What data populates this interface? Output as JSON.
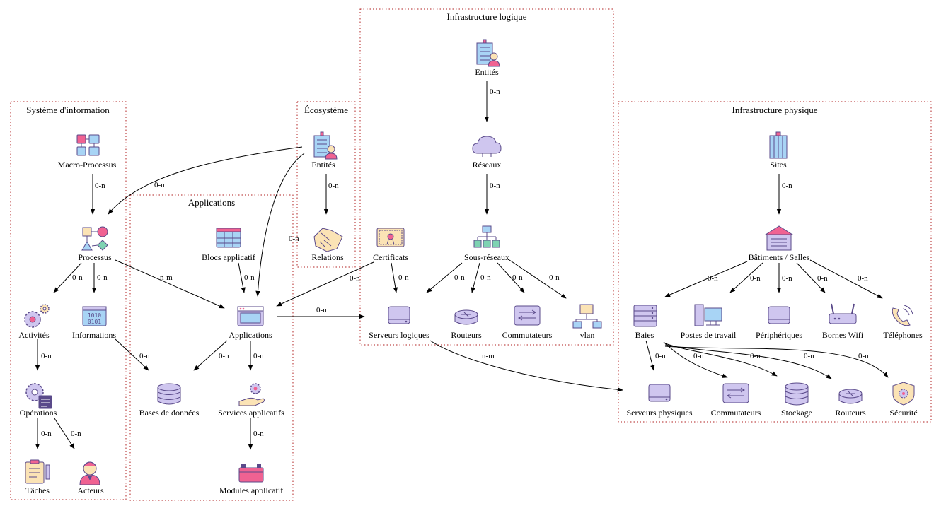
{
  "colors": {
    "cluster_border": "#b22222",
    "icon_outline": "#5a4a8a",
    "icon_blue": "#a8d4f5",
    "icon_pink": "#f06292",
    "icon_green": "#7ed3b2",
    "icon_yellow": "#fbe3b5",
    "icon_purple": "#cfc6ef"
  },
  "clusters": {
    "si": "Système d'information",
    "apps": "Applications",
    "eco": "Écosystème",
    "infralog": "Infrastructure logique",
    "infraphy": "Infrastructure physique"
  },
  "nodes": {
    "macro": {
      "label": "Macro-Processus",
      "icon": "flowchart-icon"
    },
    "processus": {
      "label": "Processus",
      "icon": "process-shapes-icon"
    },
    "activites": {
      "label": "Activités",
      "icon": "gears-icon"
    },
    "informations": {
      "label": "Informations",
      "icon": "binary-data-icon"
    },
    "operations": {
      "label": "Opérations",
      "icon": "gear-checklist-icon"
    },
    "taches": {
      "label": "Tâches",
      "icon": "clipboard-pen-icon"
    },
    "acteurs": {
      "label": "Acteurs",
      "icon": "person-icon"
    },
    "blocs": {
      "label": "Blocs applicatif",
      "icon": "app-grid-icon"
    },
    "applications": {
      "label": "Applications",
      "icon": "browser-window-icon"
    },
    "bdd": {
      "label": "Bases de données",
      "icon": "database-icon"
    },
    "services": {
      "label": "Services applicatifs",
      "icon": "hand-gear-icon"
    },
    "modules": {
      "label": "Modules applicatif",
      "icon": "battery-module-icon"
    },
    "eco_entites": {
      "label": "Entités",
      "icon": "building-person-icon"
    },
    "relations": {
      "label": "Relations",
      "icon": "handshake-icon"
    },
    "certificats": {
      "label": "Certificats",
      "icon": "certificate-icon"
    },
    "log_entites": {
      "label": "Entités",
      "icon": "building-person-icon"
    },
    "reseaux": {
      "label": "Réseaux",
      "icon": "cloud-icon"
    },
    "sousreseaux": {
      "label": "Sous-réseaux",
      "icon": "network-tree-icon"
    },
    "srv_log": {
      "label": "Serveurs logiques",
      "icon": "server-icon"
    },
    "routeurs_log": {
      "label": "Routeurs",
      "icon": "router-icon"
    },
    "comm_log": {
      "label": "Commutateurs",
      "icon": "switch-icon"
    },
    "vlan": {
      "label": "vlan",
      "icon": "vlan-icon"
    },
    "sites": {
      "label": "Sites",
      "icon": "tower-building-icon"
    },
    "batiments": {
      "label": "Bâtiments / Salles",
      "icon": "warehouse-icon"
    },
    "baies": {
      "label": "Baies",
      "icon": "rack-icon"
    },
    "postes": {
      "label": "Postes de travail",
      "icon": "workstation-icon"
    },
    "peripheriques": {
      "label": "Périphériques",
      "icon": "device-icon"
    },
    "bornes": {
      "label": "Bornes Wifi",
      "icon": "wifi-router-icon"
    },
    "telephones": {
      "label": "Téléphones",
      "icon": "phone-icon"
    },
    "srv_phy": {
      "label": "Serveurs physiques",
      "icon": "server-icon"
    },
    "comm_phy": {
      "label": "Commutateurs",
      "icon": "switch-icon"
    },
    "stockage": {
      "label": "Stockage",
      "icon": "database-icon"
    },
    "routeurs_phy": {
      "label": "Routeurs",
      "icon": "router-icon"
    },
    "securite": {
      "label": "Sécurité",
      "icon": "shield-gear-icon"
    }
  },
  "edges": {
    "macro_proc": "0-n",
    "eco_proc": "0-n",
    "eco_apps": "0-n",
    "proc_act": "0-n",
    "proc_info": "0-n",
    "proc_apps": "n-m",
    "act_ops": "0-n",
    "info_bdd": "0-n",
    "ops_taches": "0-n",
    "ops_acteurs": "0-n",
    "blocs_apps": "0-n",
    "apps_bdd": "0-n",
    "apps_services": "0-n",
    "apps_srvlog": "0-n",
    "services_modules": "0-n",
    "eco_relations": "0-n",
    "cert_apps": "0-n",
    "cert_srvlog": "0-n",
    "ent_reseaux": "0-n",
    "reseaux_sousres": "0-n",
    "sousres_srv": "0-n",
    "sousres_rout": "0-n",
    "sousres_comm": "0-n",
    "sousres_vlan": "0-n",
    "srvlog_srvphy": "n-m",
    "sites_bat": "0-n",
    "bat_baies": "0-n",
    "bat_postes": "0-n",
    "bat_periph": "0-n",
    "bat_bornes": "0-n",
    "bat_tel": "0-n",
    "baies_srv": "0-n",
    "baies_comm": "0-n",
    "baies_stock": "0-n",
    "baies_rout": "0-n",
    "baies_secu": "0-n"
  }
}
